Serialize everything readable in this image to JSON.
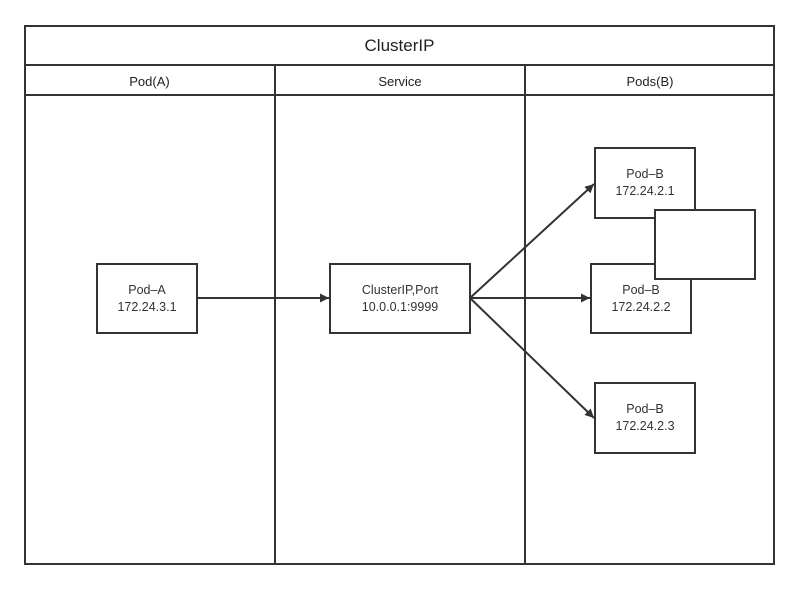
{
  "diagram": {
    "title": "ClusterIP",
    "lanes": [
      {
        "label": "Pod(A)"
      },
      {
        "label": "Service"
      },
      {
        "label": "Pods(B)"
      }
    ],
    "nodes": {
      "pod_a": {
        "line1": "Pod–A",
        "line2": "172.24.3.1"
      },
      "service": {
        "line1": "ClusterIP,Port",
        "line2": "10.0.0.1:9999"
      },
      "pod_b1": {
        "line1": "Pod–B",
        "line2": "172.24.2.1"
      },
      "pod_b2": {
        "line1": "Pod–B",
        "line2": "172.24.2.2"
      },
      "pod_b3": {
        "line1": "Pod–B",
        "line2": "172.24.2.3"
      },
      "blank": {
        "line1": "",
        "line2": ""
      }
    },
    "edges": [
      {
        "from": "pod_a",
        "to": "service"
      },
      {
        "from": "service",
        "to": "pod_b1"
      },
      {
        "from": "service",
        "to": "pod_b2"
      },
      {
        "from": "service",
        "to": "pod_b3"
      }
    ],
    "colors": {
      "stroke": "#333333",
      "background": "#ffffff"
    }
  }
}
